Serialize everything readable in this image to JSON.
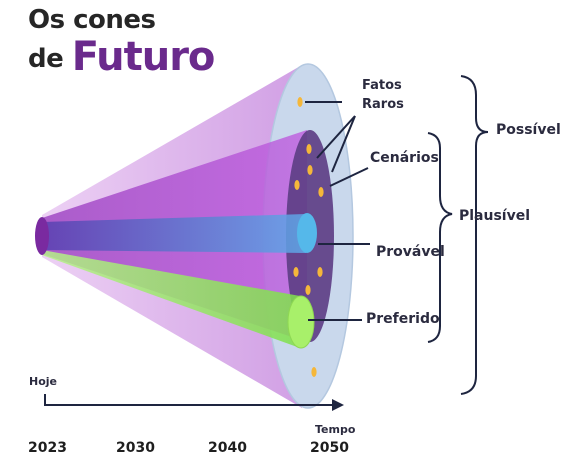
{
  "title": {
    "line1": "Os cones",
    "line2_prefix": "de ",
    "line2_emphasis": "Futuro"
  },
  "labels": {
    "fatos_raros_1": "Fatos",
    "fatos_raros_2": "Raros",
    "cenarios": "Cenários",
    "provavel": "Provável",
    "preferido": "Preferido",
    "possivel": "Possível",
    "plausivel": "Plausível",
    "hoje": "Hoje",
    "tempo": "Tempo"
  },
  "timeline": {
    "years": [
      "2023",
      "2030",
      "2040",
      "2050"
    ]
  },
  "colors": {
    "title_dark": "#262626",
    "title_accent": "#6a2a8c",
    "possible_cone": "#d6a6e6",
    "plausible_cone": "#b04fd0",
    "probable_cone": "#5b7fd9",
    "preferred_cone": "#a6f05a",
    "end_disc": "#c9d8ec",
    "inner_disc": "#5e3f86",
    "dots": "#f5b73a"
  }
}
